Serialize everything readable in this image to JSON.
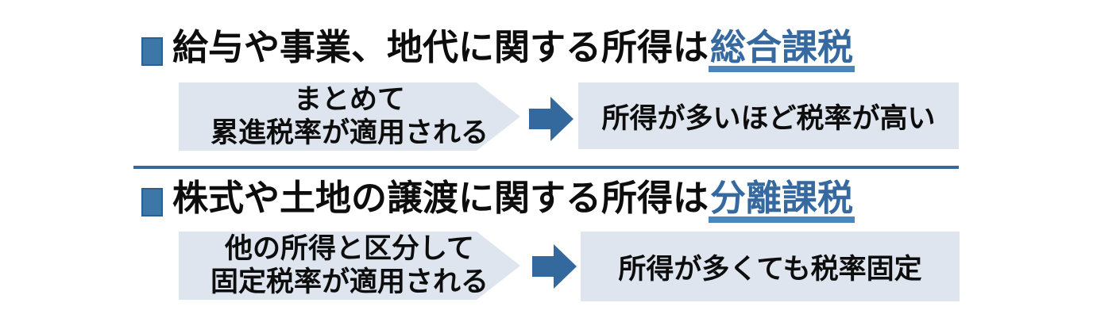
{
  "colors": {
    "accent": "#34699d",
    "bullet": "#3d77a8",
    "highlight_text": "#35699f",
    "highlight_underline": "#4d86ba",
    "box_background": "#dee5ef",
    "divider": "#35689c",
    "text": "#0d0d0d",
    "background": "#ffffff"
  },
  "sections": [
    {
      "heading_prefix": "給与や事業、地代に関する所得は",
      "heading_highlight": "総合課税",
      "chevron_line1": "まとめて",
      "chevron_line2": "累進税率が適用される",
      "result": "所得が多いほど税率が高い"
    },
    {
      "heading_prefix": "株式や土地の譲渡に関する所得は",
      "heading_highlight": "分離課税",
      "chevron_line1": "他の所得と区分して",
      "chevron_line2": "固定税率が適用される",
      "result": "所得が多くても税率固定"
    }
  ]
}
